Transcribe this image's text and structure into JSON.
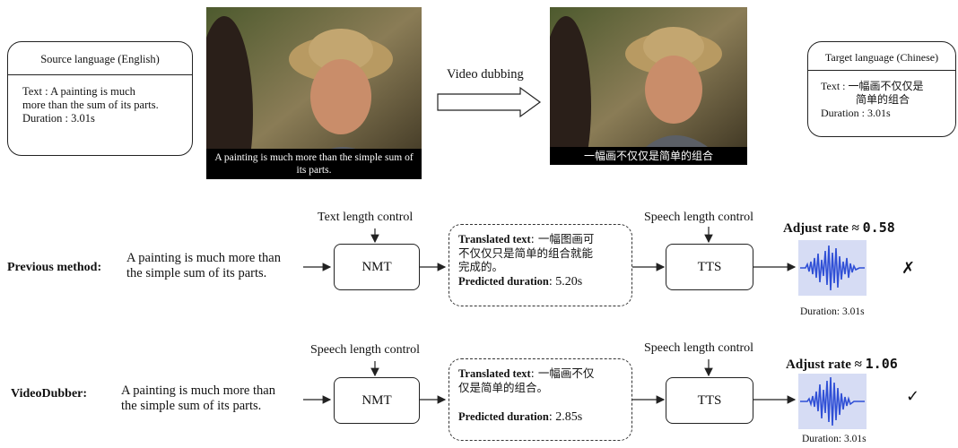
{
  "top": {
    "source_box": {
      "title": "Source language (English)",
      "text_label": "Text :",
      "text_line1": "A painting is much",
      "text_line2": "more than the sum of its parts.",
      "duration": "Duration : 3.01s"
    },
    "video_source_subtitle": "A painting is much more than the simple sum of its parts.",
    "dubbing_label": "Video dubbing",
    "video_target_subtitle": "一幅画不仅仅是简单的组合",
    "target_box": {
      "title": "Target language (Chinese)",
      "text_label": "Text :",
      "text_line1": "一幅画不仅仅是",
      "text_line2": "简单的组合",
      "duration": "Duration : 3.01s"
    }
  },
  "previous": {
    "row_label": "Previous method:",
    "input_line1": "A painting is much more than",
    "input_line2": "the simple sum of its parts.",
    "control1": "Text length control",
    "module1": "NMT",
    "translated_key": "Translated text",
    "translated_val_l1": ": 一幅图画可",
    "translated_val_l2": "不仅仅只是简单的组合就能",
    "translated_val_l3": "完成的。",
    "predicted_key": "Predicted duration",
    "predicted_val": ": 5.20s",
    "control2": "Speech length control",
    "module2": "TTS",
    "adjust_label": "Adjust rate ≈",
    "adjust_value": "0.58",
    "duration": "Duration: 3.01s",
    "mark": "✗"
  },
  "videodubber": {
    "row_label": "VideoDubber:",
    "input_line1": "A painting is much more than",
    "input_line2": "the simple sum of its parts.",
    "control1": "Speech length control",
    "module1": "NMT",
    "translated_key": "Translated text",
    "translated_val_l1": ": 一幅画不仅",
    "translated_val_l2": "仅是简单的组合。",
    "predicted_key": "Predicted duration",
    "predicted_val": ": 2.85s",
    "control2": "Speech length control",
    "module2": "TTS",
    "adjust_label": "Adjust rate ≈",
    "adjust_value": "1.06",
    "duration": "Duration: 3.01s",
    "mark": "✓"
  },
  "colors": {
    "waveform": "#2f4fd6",
    "waveform_bg": "#d6dcf4"
  }
}
